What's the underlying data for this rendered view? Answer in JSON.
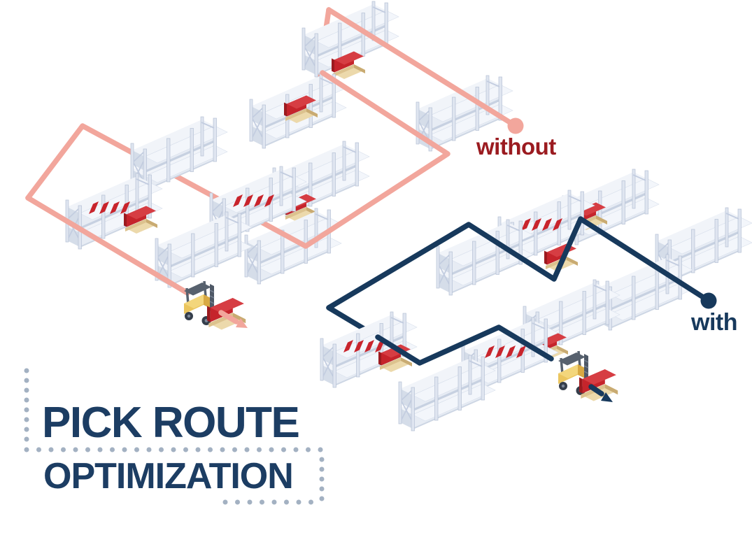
{
  "title": {
    "line1": "PICK ROUTE",
    "line2": "OPTIMIZATION"
  },
  "scenes": [
    {
      "id": "without-optimization",
      "label": "without",
      "route_style": "long-winding-loop",
      "racks": 9,
      "pick_pallets": 4,
      "striped_racks": 2,
      "forklifts": 1
    },
    {
      "id": "with-optimization",
      "label": "with",
      "route_style": "short-direct-path",
      "racks": 9,
      "pick_pallets": 4,
      "striped_racks": 3,
      "forklifts": 1
    }
  ],
  "colors": {
    "route_without": "#f2a69c",
    "route_with": "#17395c",
    "label_without": "#9b1b20",
    "label_with": "#17395c",
    "title": "#1c3d63",
    "dots": "#a3b1c2",
    "pick_box": "#c5242b",
    "rack_face": "#e7ecf4",
    "rack_top": "#f3f6fb",
    "rack_side": "#d5dde9",
    "forklift_body": "#ebc55e",
    "pallet": "#ecd9ab"
  }
}
